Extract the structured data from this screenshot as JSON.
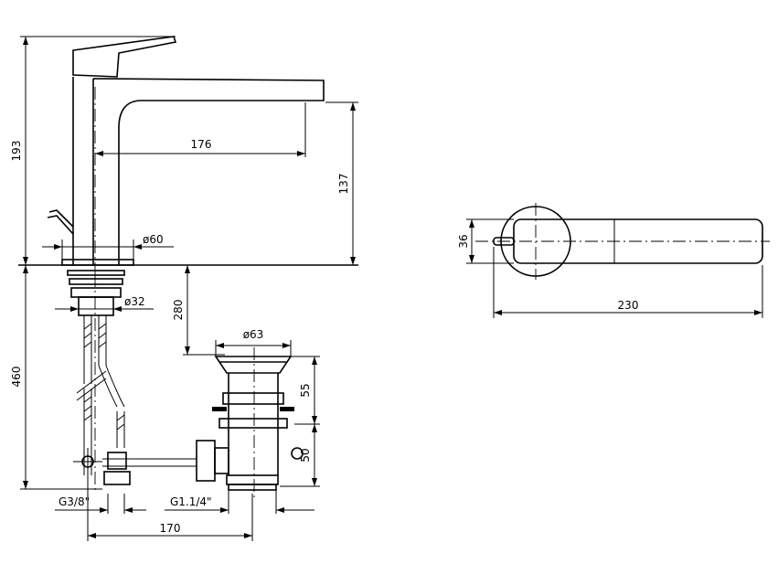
{
  "dimensions": {
    "total_height": "193",
    "spout_reach": "176",
    "spout_height": "137",
    "base_diameter": "ø60",
    "shank_diameter": "ø32",
    "min_clearance": "280",
    "waste_diameter": "ø63",
    "waste_upper": "55",
    "waste_lower": "50",
    "under_height": "460",
    "inlet_thread": "G3/8\"",
    "waste_thread": "G1.1/4\"",
    "trap_offset": "170",
    "top_depth": "36",
    "top_length": "230"
  }
}
